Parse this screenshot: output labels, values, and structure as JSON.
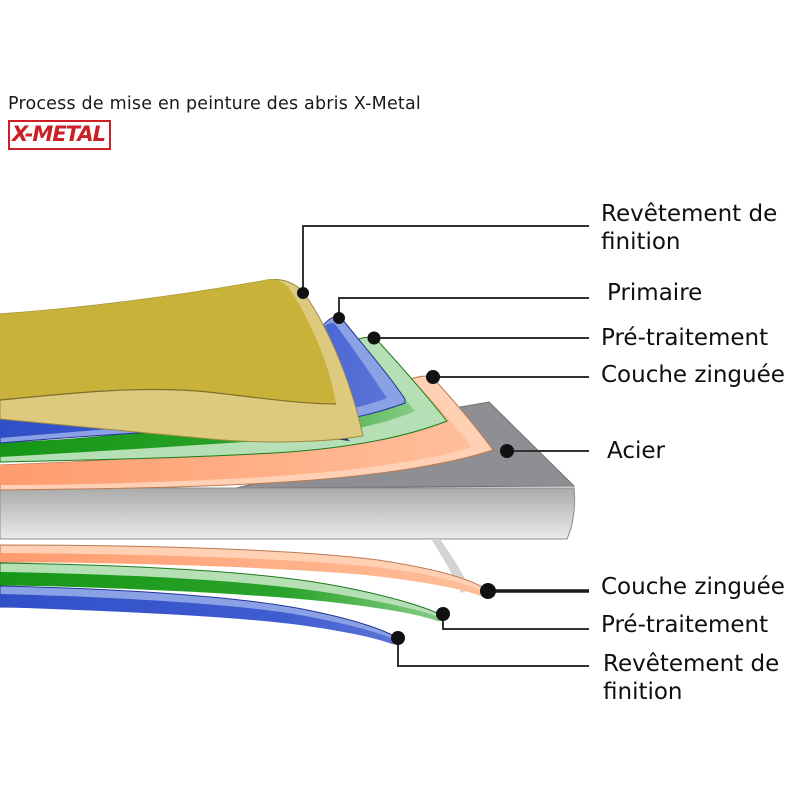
{
  "header": {
    "title": "Process de mise en peinture des abris X-Metal",
    "logo": "X-METAL"
  },
  "labels": {
    "revetement_top": "Revêtement de finition",
    "primaire": "Primaire",
    "pretraitement_top": "Pré-traitement",
    "couche_top": "Couche zinguée",
    "acier": "Acier",
    "couche_bottom": "Couche zinguée",
    "pretraitement_bottom": "Pré-traitement",
    "revetement_bottom": "Revêtement de finition"
  },
  "colors": {
    "logo_red": "#cc2026",
    "finish_gold": "#c9b23a",
    "finish_gold_light": "#ddca7e",
    "primer_blue": "#3c58cd",
    "primer_blue_light": "#8ba1e6",
    "primer_blue_shadow": "#17277e",
    "pretreat_green": "#1f9c1f",
    "pretreat_green_light": "#b5e0b5",
    "zinc_salmon": "#ffa679",
    "zinc_salmon_light": "#ffd0b4",
    "steel_gray_top": "#8f8f93",
    "steel_gray_sliver": "#d4d4d4",
    "dot_black": "#111111",
    "leader": "#333333"
  }
}
